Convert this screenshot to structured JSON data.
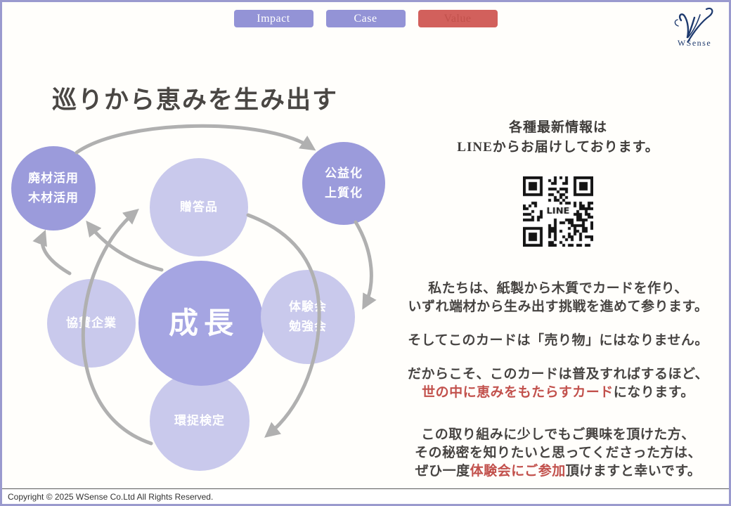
{
  "nav": {
    "buttons": [
      {
        "label": "Impact",
        "style": "purple"
      },
      {
        "label": "Case",
        "style": "purple"
      },
      {
        "label": "Value",
        "style": "red"
      }
    ]
  },
  "logo": {
    "text": "WSense"
  },
  "title": "巡りから恵みを生み出す",
  "diagram": {
    "nodes": [
      {
        "id": "hazai",
        "lines": [
          "廃材活用",
          "木材活用"
        ]
      },
      {
        "id": "koeki",
        "lines": [
          "公益化",
          "上質化"
        ]
      },
      {
        "id": "zotohin",
        "lines": [
          "贈答品"
        ]
      },
      {
        "id": "seicho",
        "lines": [
          "成長"
        ]
      },
      {
        "id": "kyosan",
        "lines": [
          "協賛企業"
        ]
      },
      {
        "id": "taiken",
        "lines": [
          "体験会",
          "勉強会"
        ]
      },
      {
        "id": "kankyo",
        "lines": [
          "環捉検定"
        ]
      }
    ]
  },
  "line_section": {
    "heading_line1": "各種最新情報は",
    "heading_line2": "LINEからお届けしております。",
    "qr_label": "LINE"
  },
  "paragraphs": [
    {
      "lines": [
        [
          {
            "t": "私たちは、紙製から木質でカードを作り、"
          }
        ],
        [
          {
            "t": "いずれ端材から生み出す挑戦を進めて参ります。"
          }
        ]
      ]
    },
    {
      "lines": [
        [
          {
            "t": "そしてこのカードは「売り物」にはなりません。"
          }
        ]
      ]
    },
    {
      "lines": [
        [
          {
            "t": "だからこそ、このカードは普及すればするほど、"
          }
        ],
        [
          {
            "t": "世の中に恵みをもたらすカード",
            "red": true
          },
          {
            "t": "になります。"
          }
        ]
      ]
    },
    {
      "lines": [
        [
          {
            "t": "この取り組みに少しでもご興味を頂けた方、"
          }
        ],
        [
          {
            "t": "その秘密を知りたいと思ってくださった方は、"
          }
        ],
        [
          {
            "t": "ぜひ一度"
          },
          {
            "t": "体験会にご参加",
            "red": true
          },
          {
            "t": "頂けますと幸いです。"
          }
        ]
      ]
    }
  ],
  "footer": {
    "copyright": "Copyright © 2025 WSense Co.Ltd All Rights Reserved."
  },
  "colors": {
    "accent_purple": "#9393d6",
    "accent_red": "#d2605c",
    "circle_dark": "#9b9bdb",
    "circle_center": "#a5a5e2",
    "circle_light": "#c9c9ec",
    "arrow": "#b0b0b0",
    "text_dark": "#474442",
    "text_red": "#c2514c",
    "logo_navy": "#1e3a6e",
    "border": "#9a9ace"
  }
}
